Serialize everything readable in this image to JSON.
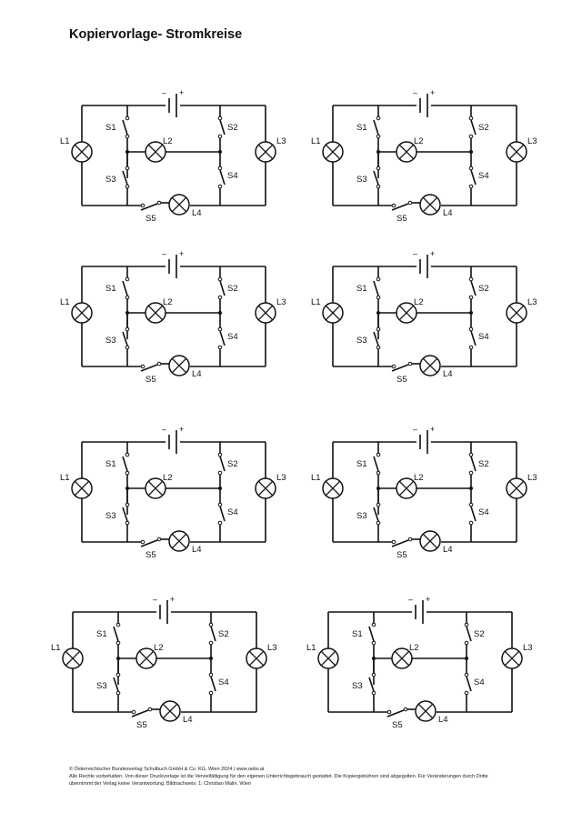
{
  "title": "Kopiervorlage- Stromkreise",
  "labels": {
    "minus": "–",
    "plus": "+",
    "L1": "L1",
    "L2": "L2",
    "L3": "L3",
    "L4": "L4",
    "S1": "S1",
    "S2": "S2",
    "S3": "S3",
    "S4": "S4",
    "S5": "S5"
  },
  "footer": {
    "line1": "© Österreichischer Bundesverlag Schulbuch GmbH & Co. KG, Wien 2024 | www.oebv.at",
    "line2": "Alle Rechte vorbehalten. Von dieser Druckvorlage ist die Vervielfältigung für den eigenen Unterrichtsgebrauch gestattet. Die Kopiergebühren sind abgegolten. Für Veränderungen durch Dritte",
    "line3": "übernimmt der Verlag keine Verantwortung. Bildnachweis: 1: Christian Malin, Wien"
  }
}
